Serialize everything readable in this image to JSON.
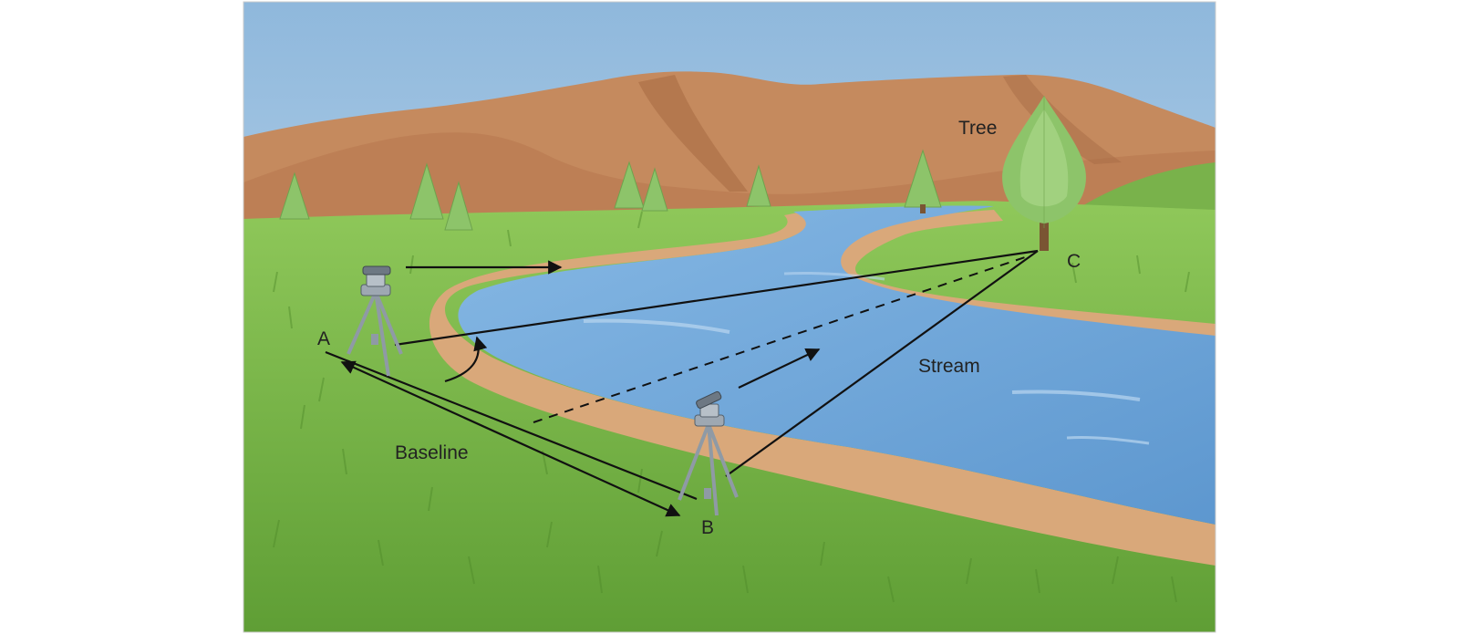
{
  "labels": {
    "tree": "Tree",
    "point_a": "A",
    "point_b": "B",
    "point_c": "C",
    "stream": "Stream",
    "baseline": "Baseline"
  }
}
